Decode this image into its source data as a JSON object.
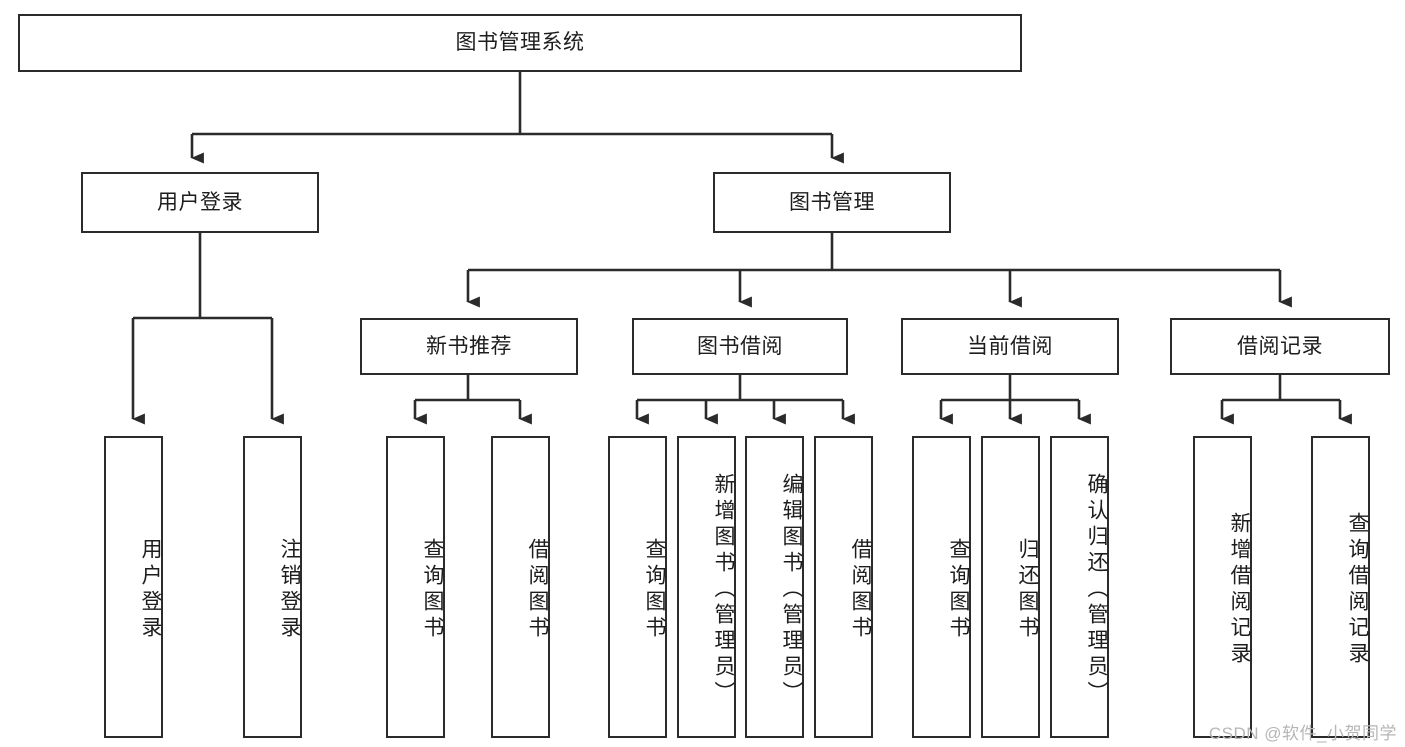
{
  "diagram": {
    "title": "图书管理系统",
    "type": "hierarchy-tree",
    "colors": {
      "node_border": "#2b2b2b",
      "node_fill": "#ffffff",
      "edge": "#2b2b2b",
      "text": "#1d1d1d",
      "watermark": "#b6b6b6",
      "background": "#ffffff"
    },
    "levels": [
      {
        "level": 1,
        "nodes": [
          {
            "id": "root",
            "label": "图书管理系统",
            "orientation": "horizontal"
          }
        ]
      },
      {
        "level": 2,
        "nodes": [
          {
            "id": "login",
            "label": "用户登录",
            "orientation": "horizontal",
            "parent": "root"
          },
          {
            "id": "bookmgmt",
            "label": "图书管理",
            "orientation": "horizontal",
            "parent": "root"
          }
        ]
      },
      {
        "level": 3,
        "nodes": [
          {
            "id": "newbook",
            "label": "新书推荐",
            "orientation": "horizontal",
            "parent": "bookmgmt"
          },
          {
            "id": "borrow",
            "label": "图书借阅",
            "orientation": "horizontal",
            "parent": "bookmgmt"
          },
          {
            "id": "current",
            "label": "当前借阅",
            "orientation": "horizontal",
            "parent": "bookmgmt"
          },
          {
            "id": "records",
            "label": "借阅记录",
            "orientation": "horizontal",
            "parent": "bookmgmt"
          }
        ]
      },
      {
        "level": 4,
        "nodes": [
          {
            "id": "leaf1",
            "label": "用户登录",
            "orientation": "vertical",
            "parent": "login"
          },
          {
            "id": "leaf2",
            "label": "注销登录",
            "orientation": "vertical",
            "parent": "login"
          },
          {
            "id": "leaf3",
            "label": "查询图书",
            "orientation": "vertical",
            "parent": "newbook"
          },
          {
            "id": "leaf4",
            "label": "借阅图书",
            "orientation": "vertical",
            "parent": "newbook"
          },
          {
            "id": "leaf5",
            "label": "查询图书",
            "orientation": "vertical",
            "parent": "borrow"
          },
          {
            "id": "leaf6",
            "label": "新增图书（管理员）",
            "orientation": "vertical",
            "parent": "borrow"
          },
          {
            "id": "leaf7",
            "label": "编辑图书（管理员）",
            "orientation": "vertical",
            "parent": "borrow"
          },
          {
            "id": "leaf8",
            "label": "借阅图书",
            "orientation": "vertical",
            "parent": "borrow"
          },
          {
            "id": "leaf9",
            "label": "查询图书",
            "orientation": "vertical",
            "parent": "current"
          },
          {
            "id": "leaf10",
            "label": "归还图书",
            "orientation": "vertical",
            "parent": "current"
          },
          {
            "id": "leaf11",
            "label": "确认归还（管理员）",
            "orientation": "vertical",
            "parent": "current"
          },
          {
            "id": "leaf12",
            "label": "新增借阅记录",
            "orientation": "vertical",
            "parent": "records"
          },
          {
            "id": "leaf13",
            "label": "查询借阅记录",
            "orientation": "vertical",
            "parent": "records"
          }
        ]
      }
    ]
  },
  "watermark": {
    "text": "CSDN @软件_小贺同学"
  }
}
